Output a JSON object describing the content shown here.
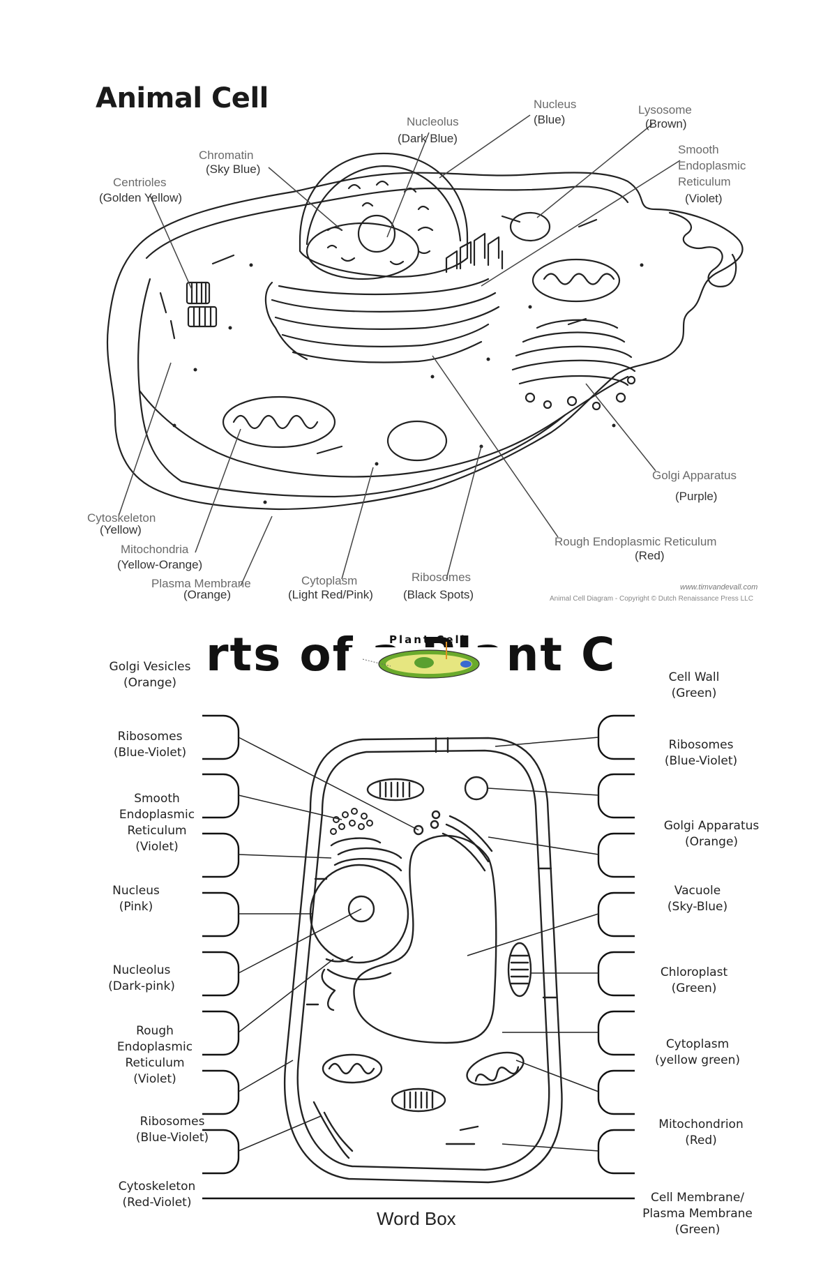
{
  "animal": {
    "title": "Animal Cell",
    "labels": {
      "nucleolus": "Nucleolus",
      "nucleolus_color": "(Dark Blue)",
      "nucleus": "Nucleus",
      "nucleus_color": "(Blue)",
      "lysosome": "Lysosome",
      "lysosome_color": "(Brown)",
      "ser_1": "Smooth",
      "ser_2": "Endoplasmic",
      "ser_3": "Reticulum",
      "ser_color": "(Violet)",
      "chromatin": "Chromatin",
      "chromatin_color": "(Sky Blue)",
      "centrioles": "Centrioles",
      "centrioles_color": "(Golden Yellow)",
      "golgi": "Golgi Apparatus",
      "golgi_color": "(Purple)",
      "cytoskeleton": "Cytoskeleton",
      "cytoskeleton_color": "(Yellow)",
      "mitochondria": "Mitochondria",
      "mitochondria_color": "(Yellow-Orange)",
      "rer": "Rough Endoplasmic Reticulum",
      "rer_color": "(Red)",
      "plasma": "Plasma Membrane",
      "plasma_color": "(Orange)",
      "cytoplasm": "Cytoplasm",
      "cytoplasm_color": "(Light Red/Pink)",
      "ribosomes": "Ribosomes",
      "ribosomes_color": "(Black Spots)"
    },
    "credit_url": "www.timvandevall.com",
    "credit_text": "Animal Cell Diagram - Copyright © Dutch Renaissance Press LLC"
  },
  "plant": {
    "banner": "rts of a Plant C",
    "mini_title": "Plant Cell",
    "word_box": "Word Box",
    "left_labels": [
      {
        "name": "Golgi Vesicles",
        "color": "(Orange)"
      },
      {
        "name": "Ribosomes",
        "color": "(Blue-Violet)"
      },
      {
        "name": "Smooth\nEndoplasmic\nReticulum",
        "color": "(Violet)"
      },
      {
        "name": "Nucleus",
        "color": "(Pink)"
      },
      {
        "name": "Nucleolus",
        "color": "(Dark-pink)"
      },
      {
        "name": "Rough\nEndoplasmic\nReticulum",
        "color": "(Violet)"
      },
      {
        "name": "Ribosomes",
        "color": "(Blue-Violet)"
      },
      {
        "name": "Cytoskeleton",
        "color": "(Red-Violet)"
      }
    ],
    "right_labels": [
      {
        "name": "Cell Wall",
        "color": "(Green)"
      },
      {
        "name": "Ribosomes",
        "color": "(Blue-Violet)"
      },
      {
        "name": "Golgi Apparatus",
        "color": "(Orange)"
      },
      {
        "name": "Vacuole",
        "color": "(Sky-Blue)"
      },
      {
        "name": "Chloroplast",
        "color": "(Green)"
      },
      {
        "name": "Cytoplasm",
        "color": "(yellow green)"
      },
      {
        "name": "Mitochondrion",
        "color": "(Red)"
      },
      {
        "name": "Cell Membrane/\nPlasma Membrane",
        "color": "(Green)"
      }
    ]
  }
}
